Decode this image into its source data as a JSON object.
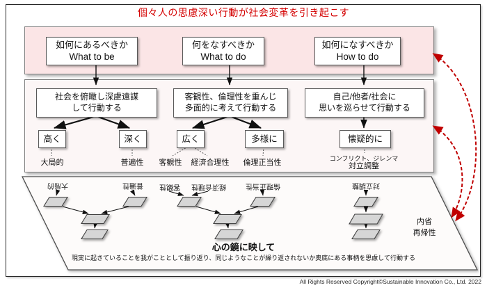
{
  "title": "個々人の思慮深い行動が社会変革を引き起こす",
  "copyright": "All Rights Reserved Copyright©Sustainable Innovation Co., Ltd.  2022",
  "top_band": {
    "boxes": [
      {
        "jp": "如何にあるべきか",
        "en": "What to be"
      },
      {
        "jp": "何をなすべきか",
        "en": "What to do"
      },
      {
        "jp": "如何になすべきか",
        "en": "How to do"
      }
    ]
  },
  "middle_band": {
    "action_boxes": [
      {
        "line1": "社会を俯瞰し深慮遠謀",
        "line2": "して行動する"
      },
      {
        "line1": "客観性、倫理性を重んじ",
        "line2": "多面的に考えて行動する"
      },
      {
        "line1": "自己/他者/社会に",
        "line2": "思いを巡らせて行動する"
      }
    ],
    "mode_boxes": [
      "高く",
      "深く",
      "広く",
      "多様に",
      "懐疑的に"
    ],
    "labels": [
      "大局的",
      "普遍性",
      "客観性",
      "経済合理性",
      "倫理正当性"
    ],
    "conflict_label_line1": "コンフリクト、ジレンマ",
    "conflict_label_line2": "対立調整"
  },
  "mirror": {
    "labels": [
      "大局的",
      "普遍性",
      "客観性",
      "経済合理性",
      "倫理正当性",
      "対立調整"
    ],
    "caption": "心の鏡に映して",
    "description": "現実に起きていることを我がこととして振り返り、同じようなことが繰り返されないか奥底にある事柄を思慮して行動する",
    "side_note_line1": "内省",
    "side_note_line2": "再帰性"
  },
  "colors": {
    "title_red": "#d40000",
    "arrow_red": "#c00000",
    "band_pink": "#fbe5e6",
    "band_light": "#fcf6f6",
    "mirror_box_gray": "#d6d6d6"
  }
}
